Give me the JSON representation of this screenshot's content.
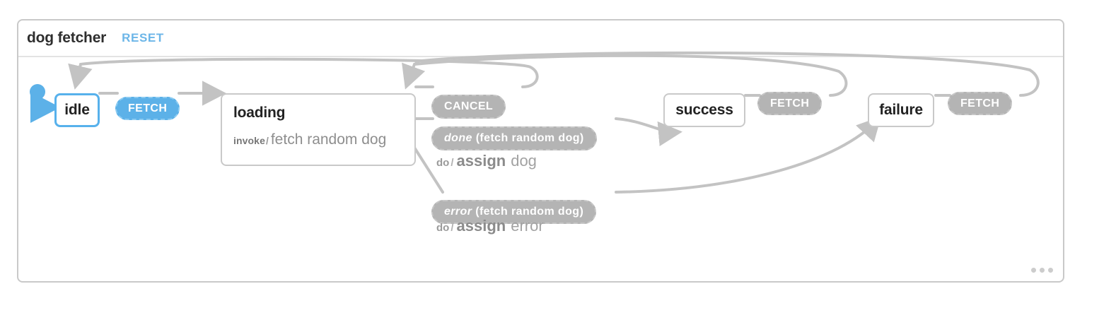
{
  "machine": {
    "title": "dog fetcher",
    "reset_label": "RESET",
    "menu_icon": "ellipsis-icon"
  },
  "states": [
    {
      "id": "idle",
      "name": "idle",
      "active": true,
      "initial": true
    },
    {
      "id": "loading",
      "name": "loading",
      "active": false,
      "invoke_key": "invoke",
      "invoke_slash": "/",
      "invoke_value": "fetch random dog"
    },
    {
      "id": "success",
      "name": "success",
      "active": false
    },
    {
      "id": "failure",
      "name": "failure",
      "active": false
    }
  ],
  "transitions": [
    {
      "id": "idle-fetch",
      "label": "FETCH",
      "highlight": true,
      "from": "idle",
      "to": "loading"
    },
    {
      "id": "loading-cancel",
      "label": "CANCEL",
      "highlight": false,
      "from": "loading",
      "to": "idle"
    },
    {
      "id": "loading-done",
      "label_em": "done",
      "label_rest": "(fetch random dog)",
      "highlight": false,
      "from": "loading",
      "to": "success"
    },
    {
      "id": "loading-error",
      "label_em": "error",
      "label_rest": "(fetch random dog)",
      "highlight": false,
      "from": "loading",
      "to": "failure"
    },
    {
      "id": "success-fetch",
      "label": "FETCH",
      "highlight": false,
      "from": "success",
      "to": "loading"
    },
    {
      "id": "failure-fetch",
      "label": "FETCH",
      "highlight": false,
      "from": "failure",
      "to": "loading"
    }
  ],
  "actions": [
    {
      "id": "done-assign",
      "key": "do",
      "slash": "/",
      "verb": "assign",
      "arg": "dog"
    },
    {
      "id": "error-assign",
      "key": "do",
      "slash": "/",
      "verb": "assign",
      "arg": "error"
    }
  ],
  "colors": {
    "accent": "#5cb1e8",
    "edge": "#c3c3c3",
    "badge": "#b4b4b4",
    "border": "#c9c9c9"
  }
}
